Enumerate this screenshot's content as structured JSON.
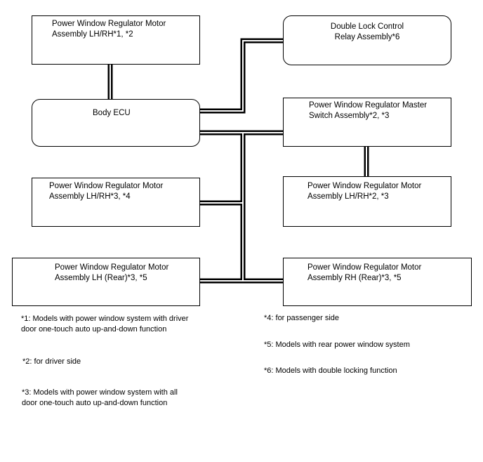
{
  "components": {
    "pwr_motor_lh_rh_1_2": {
      "line1": "Power Window Regulator Motor",
      "line2": "Assembly LH/RH*1, *2"
    },
    "double_lock_relay": {
      "line1": "Double Lock Control",
      "line2": "Relay Assembly*6"
    },
    "body_ecu": {
      "line1": "Body ECU"
    },
    "master_switch": {
      "line1": "Power Window Regulator Master",
      "line2": "Switch Assembly*2, *3"
    },
    "pwr_motor_lh_rh_3_4": {
      "line1": "Power Window Regulator Motor",
      "line2": "Assembly LH/RH*3, *4"
    },
    "pwr_motor_lh_rh_2_3": {
      "line1": "Power Window Regulator Motor",
      "line2": "Assembly LH/RH*2, *3"
    },
    "pwr_motor_lh_rear": {
      "line1": "Power Window Regulator Motor",
      "line2": "Assembly LH (Rear)*3, *5"
    },
    "pwr_motor_rh_rear": {
      "line1": "Power Window Regulator Motor",
      "line2": "Assembly RH (Rear)*3, *5"
    }
  },
  "notes": {
    "n1_line1": "*1: Models with power window system with driver",
    "n1_line2": "door one-touch auto up-and-down function",
    "n2": "*2: for driver side",
    "n3_line1": "*3: Models with power window system with all",
    "n3_line2": "door one-touch auto up-and-down function",
    "n4": "*4: for passenger side",
    "n5": "*5: Models with rear power window system",
    "n6": "*6: Models with double locking function"
  }
}
